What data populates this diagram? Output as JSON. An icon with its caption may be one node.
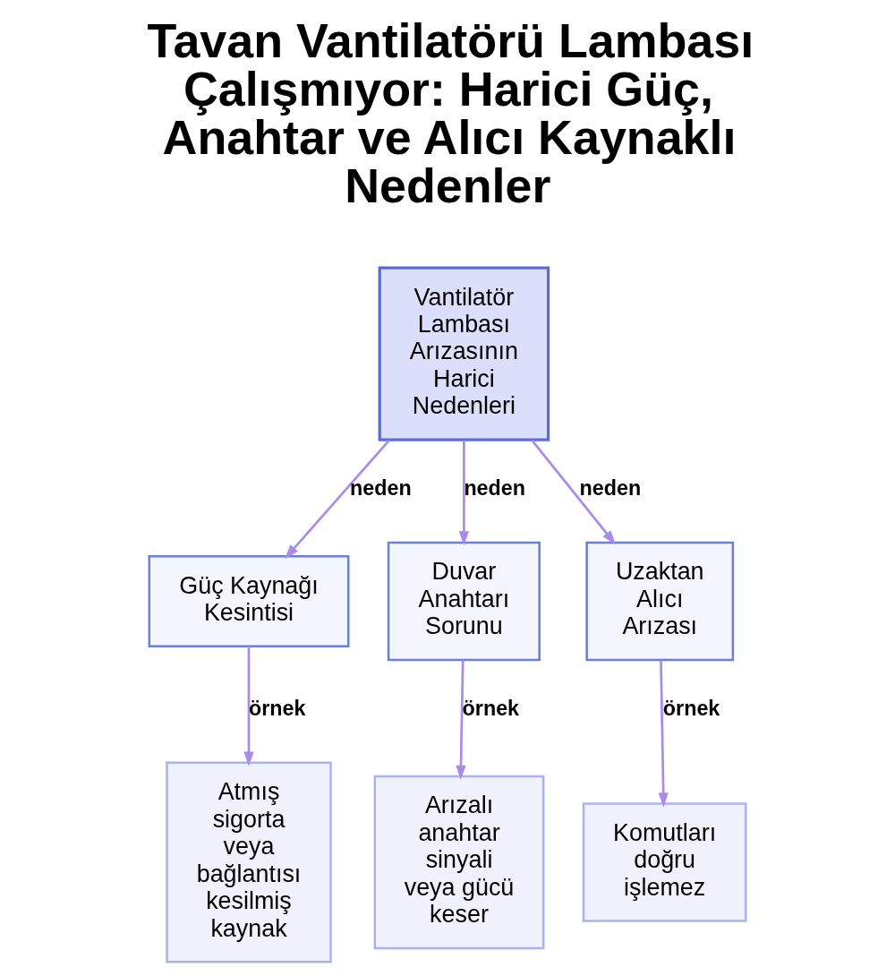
{
  "diagram": {
    "title": "Tavan Vantilatörü Lambası Çalışmıyor: Harici Güç, Anahtar ve Alıcı Kaynaklı Nedenler",
    "nodes": [
      {
        "text": [
          "Vantilatör Lambası Arızasının Harici Nedenleri"
        ]
      },
      {
        "text": [
          "Güç Kaynağı Kesintisi"
        ]
      },
      {
        "text": [
          "Duvar Anahtarı Sorunu"
        ]
      },
      {
        "text": [
          "Uzaktan Alıcı Arızası"
        ]
      },
      {
        "text": [
          "Atmış sigorta veya bağlantısı kesilmiş kaynak"
        ]
      },
      {
        "text": [
          "Arızalı anahtar sinyali veya gücü keser"
        ]
      },
      {
        "text": [
          "Komutları doğru işlemez"
        ]
      }
    ],
    "edges": [
      {
        "from": 0,
        "to": 1,
        "arrow": "to",
        "label": "neden"
      },
      {
        "from": 0,
        "to": 2,
        "arrow": "to",
        "label": "neden"
      },
      {
        "from": 0,
        "to": 3,
        "arrow": "to",
        "label": "neden"
      },
      {
        "from": 1,
        "to": 4,
        "arrow": "to",
        "label": "örnek"
      },
      {
        "from": 2,
        "to": 5,
        "arrow": "to",
        "label": "örnek"
      },
      {
        "from": 3,
        "to": 6,
        "arrow": "to",
        "label": "örnek"
      }
    ]
  }
}
